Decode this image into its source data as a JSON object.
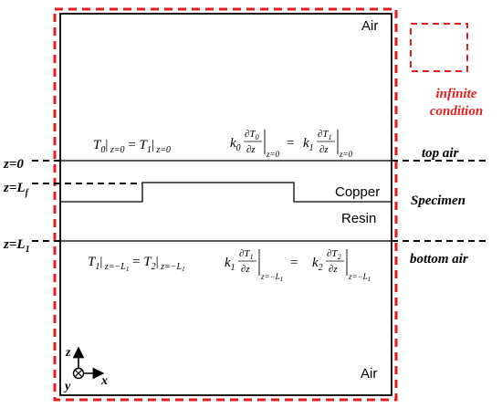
{
  "regions": {
    "air_top": "Air",
    "air_bottom": "Air",
    "copper": "Copper",
    "resin": "Resin"
  },
  "legend": {
    "line1": "infinite",
    "line2": "condition"
  },
  "levels": {
    "z0": "z=0",
    "zLf": "z=L",
    "zLf_sub": "f",
    "zL1": "z=L",
    "zL1_sub": "1"
  },
  "zones": {
    "top_air": "top air",
    "specimen": "Specimen",
    "bottom_air": "bottom air"
  },
  "axes": {
    "z": "z",
    "y": "y",
    "x": "x"
  },
  "colors": {
    "boundary_red": "#e41e1e",
    "line_black": "#000000"
  }
}
